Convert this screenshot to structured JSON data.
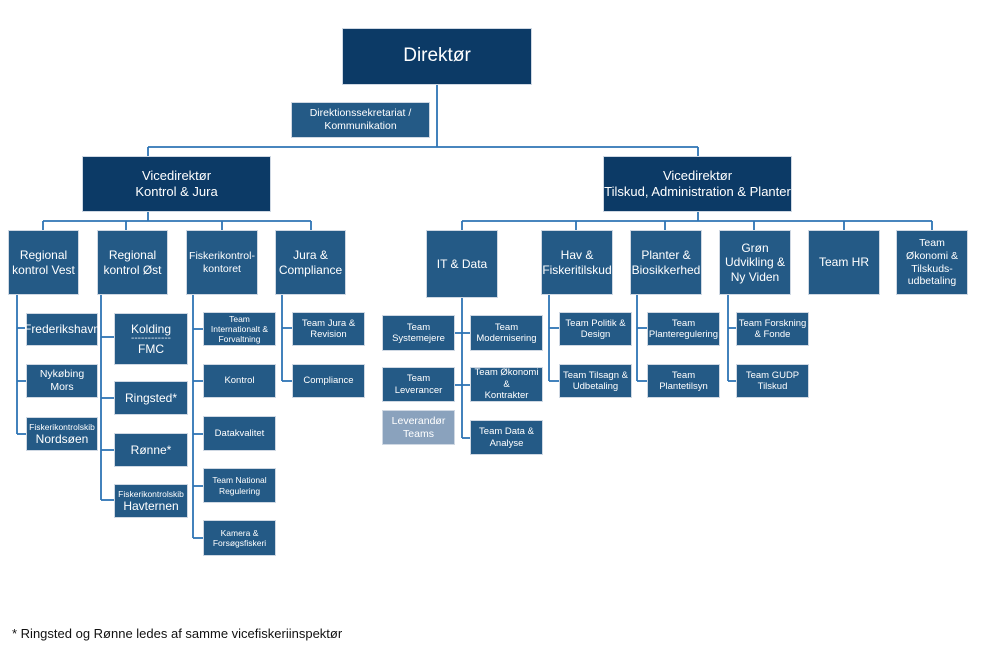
{
  "director": "Direktør",
  "secretariat": [
    "Direktionssekretariat /",
    "Kommunikation"
  ],
  "vp_left": [
    "Vicedirektør",
    "Kontrol & Jura"
  ],
  "vp_right": [
    "Vicedirektør",
    "Tilskud, Administration & Planter"
  ],
  "left_departments": {
    "regional_vest": [
      "Regional",
      "kontrol Vest"
    ],
    "regional_oest": [
      "Regional",
      "kontrol Øst"
    ],
    "fiskerikontrol": [
      "Fiskerikontrol-",
      "kontoret"
    ],
    "jura": [
      "Jura &",
      "Compliance"
    ]
  },
  "regional_vest_units": {
    "frederikshavn": "Frederikshavn",
    "nykoebing": "Nykøbing Mors",
    "nordsoeen_small": "Fiskerikontrolskib",
    "nordsoeen_large": "Nordsøen"
  },
  "regional_oest_units": {
    "kolding": "Kolding",
    "separator": "------------",
    "fmc": "FMC",
    "ringsted": "Ringsted*",
    "roenne": "Rønne*",
    "havternen_small": "Fiskerikontrolskib",
    "havternen_large": "Havternen"
  },
  "fiskerikontrol_teams": {
    "internationalt": [
      "Team",
      "Internationalt &",
      "Forvaltning"
    ],
    "kontrol": "Kontrol",
    "datakvalitet": "Datakvalitet",
    "national": [
      "Team National",
      "Regulering"
    ],
    "kamera": [
      "Kamera &",
      "Forsøgsfiskeri"
    ]
  },
  "jura_teams": {
    "revision": [
      "Team Jura &",
      "Revision"
    ],
    "compliance": "Compliance"
  },
  "right_departments": {
    "it_data": "IT & Data",
    "hav": [
      "Hav &",
      "Fiskeritilskud"
    ],
    "planter": [
      "Planter &",
      "Biosikkerhed"
    ],
    "groen": [
      "Grøn",
      "Udvikling &",
      "Ny Viden"
    ],
    "hr": "Team HR",
    "oekonomi": [
      "Team",
      "Økonomi &",
      "Tilskuds-",
      "udbetaling"
    ]
  },
  "it_teams": {
    "systemejere": [
      "Team",
      "Systemejere"
    ],
    "leverancer": "Team Leverancer",
    "leverandoer": [
      "Leverandør",
      "Teams"
    ],
    "modernisering": [
      "Team",
      "Modernisering"
    ],
    "oekonomi_kontrakter": [
      "Team Økonomi &",
      "Kontrakter"
    ],
    "data_analyse": [
      "Team Data &",
      "Analyse"
    ]
  },
  "hav_teams": {
    "politik": [
      "Team Politik &",
      "Design"
    ],
    "tilsagn": [
      "Team Tilsagn &",
      "Udbetaling"
    ]
  },
  "planter_teams": {
    "planteregulering": [
      "Team",
      "Planteregulering"
    ],
    "plantetilsyn": "Team Plantetilsyn"
  },
  "groen_teams": {
    "forskning": [
      "Team Forskning",
      "& Fonde"
    ],
    "gudp": [
      "Team GUDP",
      "Tilskud"
    ]
  },
  "footnote": "* Ringsted og Rønne ledes af samme vicefiskeriinspektør",
  "colors": {
    "dark_box": "#0c3a66",
    "mid_box": "#245a86",
    "pale_box": "#8aa2bd",
    "connector": "#2e74b5"
  }
}
